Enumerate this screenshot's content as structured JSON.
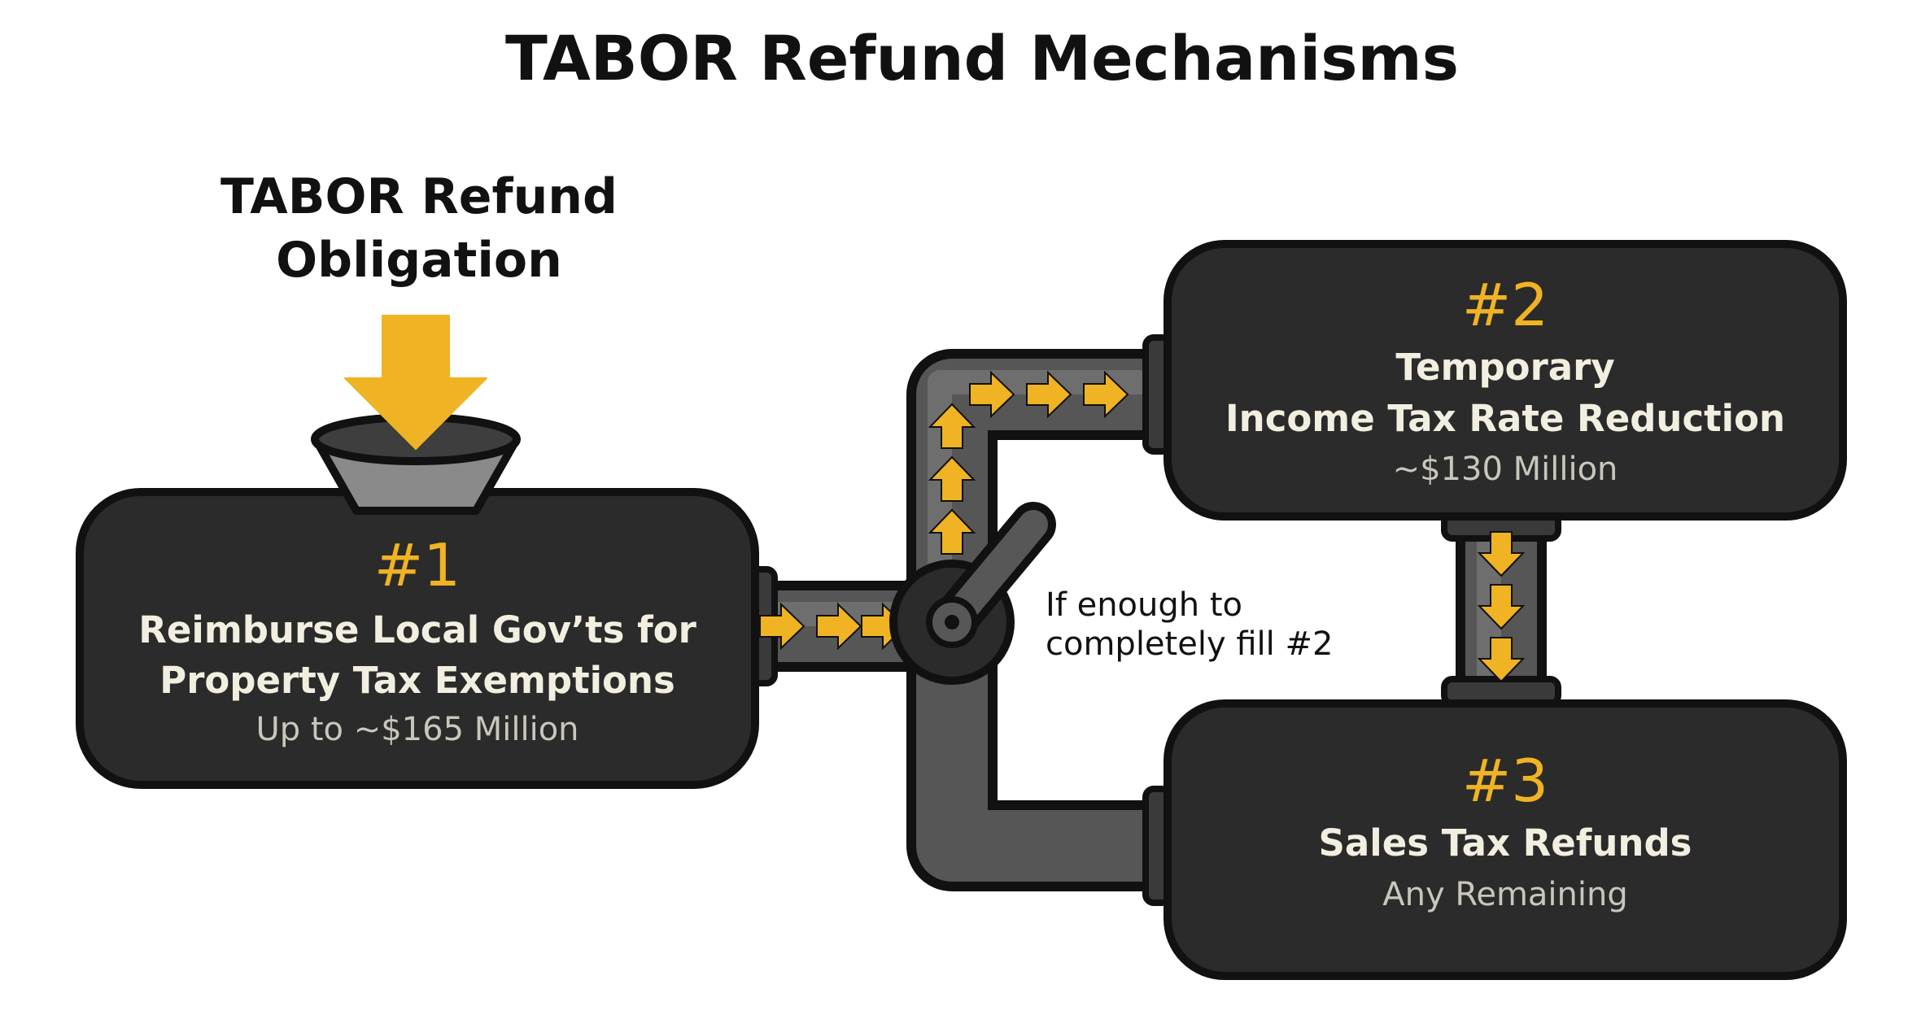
{
  "title": "TABOR Refund Mechanisms",
  "input_label": [
    "TABOR Refund",
    "Obligation"
  ],
  "boxes": [
    {
      "number": "#1",
      "heading": [
        "Reimburse Local Gov’ts for",
        "Property Tax Exemptions"
      ],
      "amount": "Up to ~$165 Million"
    },
    {
      "number": "#2",
      "heading": [
        "Temporary",
        "Income Tax Rate Reduction"
      ],
      "amount": "~$130 Million"
    },
    {
      "number": "#3",
      "heading": [
        "Sales Tax Refunds"
      ],
      "amount": "Any Remaining"
    }
  ],
  "valve_note": [
    "If enough to",
    "completely fill #2"
  ],
  "colors": {
    "box": "#2b2b2b",
    "pipe": "#555555",
    "outline": "#111111",
    "accent": "#f0b323",
    "heading": "#f3efe0",
    "subtext": "#c9c6bb"
  }
}
